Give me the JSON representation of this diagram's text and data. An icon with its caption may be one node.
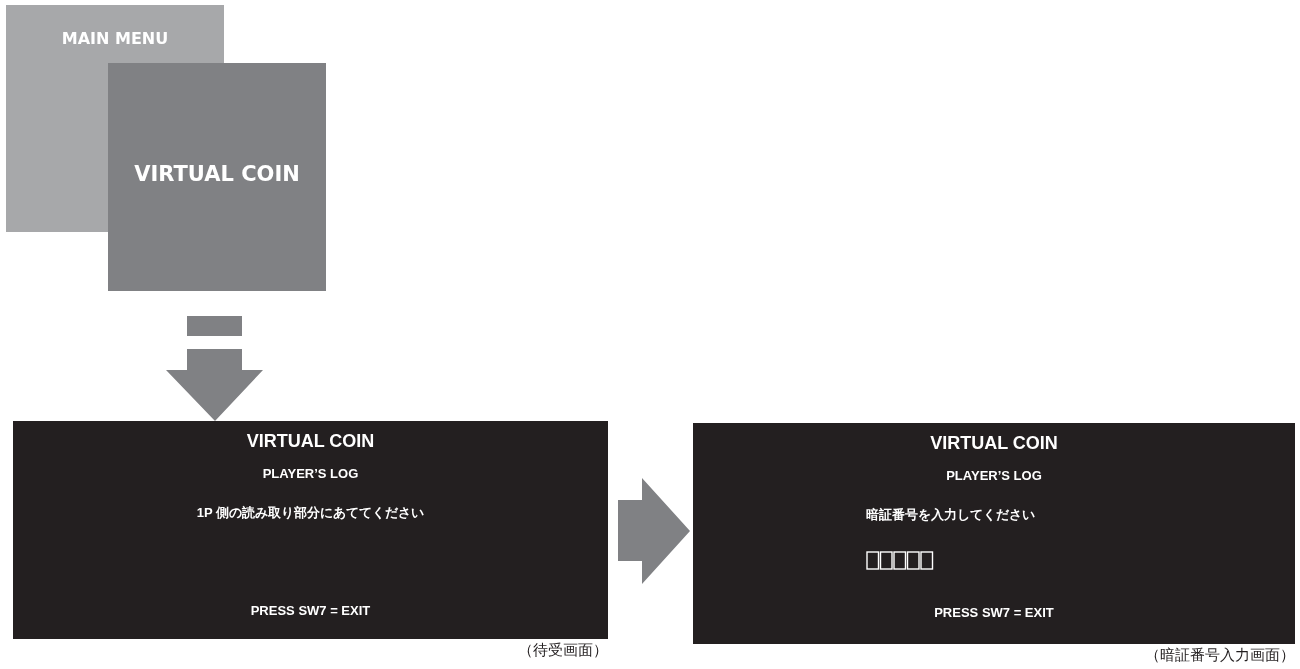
{
  "diagram": {
    "nodes": [
      {
        "text": [
          "MAIN MENU"
        ]
      },
      {
        "text": [
          "VIRTUAL COIN"
        ]
      },
      {
        "text": [
          "VIRTUAL COIN",
          "PLAYER’S LOG",
          "1P 側の読み取り部分にあててください",
          "PRESS SW7 = EXIT"
        ],
        "beside": [
          "（待受画面）"
        ]
      },
      {
        "text": [
          "VIRTUAL COIN",
          "PLAYER’S LOG",
          "暗証番号を入力してください",
          "PRESS SW7 = EXIT"
        ],
        "beside": [
          "（暗証番号入力画面）"
        ]
      }
    ],
    "edges": [
      {
        "from": 1,
        "to": 2,
        "arrow": "to"
      },
      {
        "from": 2,
        "to": 3,
        "arrow": "to"
      }
    ]
  }
}
